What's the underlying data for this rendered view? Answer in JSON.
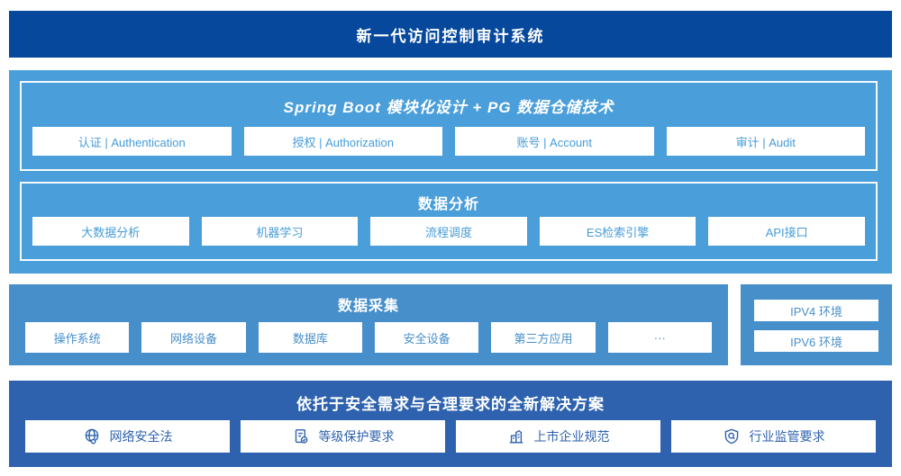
{
  "header": {
    "title": "新一代访问控制审计系统"
  },
  "colors": {
    "header_bg": "#05489c",
    "platform_bg": "#4a9eda",
    "collection_bg": "#478fcb",
    "solution_bg": "#2e62ae",
    "platform_item_text": "#459cd9",
    "collection_item_text": "#478fcb",
    "solution_item_text": "#2e62ae",
    "card_bg": "#ffffff"
  },
  "platform": {
    "architecture": {
      "title": "Spring Boot 模块化设计 + PG 数据仓储技术",
      "items": [
        "认证 | Authentication",
        "授权 | Authorization",
        "账号 | Account",
        "审计 | Audit"
      ]
    },
    "analysis": {
      "title": "数据分析",
      "items": [
        "大数据分析",
        "机器学习",
        "流程调度",
        "ES检索引擎",
        "API接口"
      ]
    }
  },
  "collection": {
    "title": "数据采集",
    "items": [
      "操作系统",
      "网络设备",
      "数据库",
      "安全设备",
      "第三方应用",
      "···"
    ]
  },
  "environments": {
    "items": [
      "IPV4 环境",
      "IPV6 环境"
    ]
  },
  "solution": {
    "title": "依托于安全需求与合理要求的全新解决方案",
    "items": [
      {
        "icon": "globe-icon",
        "label": "网络安全法"
      },
      {
        "icon": "document-check-icon",
        "label": "等级保护要求"
      },
      {
        "icon": "building-icon",
        "label": "上市企业规范"
      },
      {
        "icon": "shield-search-icon",
        "label": "行业监管要求"
      }
    ]
  }
}
